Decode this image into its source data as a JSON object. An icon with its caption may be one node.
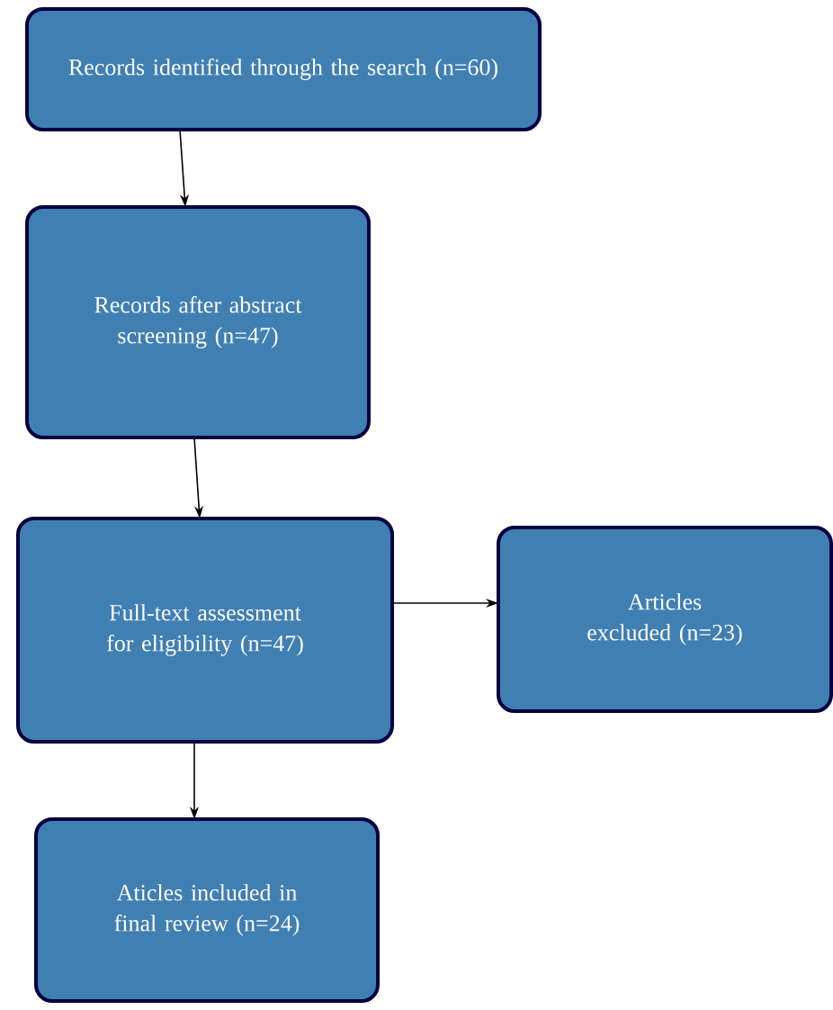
{
  "diagram": {
    "nodes": [
      {
        "text": [
          "Records identified through the search (n=60)"
        ]
      },
      {
        "text": [
          "Records after abstract screening (n=47)"
        ]
      },
      {
        "text": [
          "Full-text assessment for eligibility (n=47)"
        ]
      },
      {
        "text": [
          "Articles excluded (n=23)"
        ]
      },
      {
        "text": [
          "Aticles included in final review (n=24)"
        ]
      }
    ],
    "edges": [
      {
        "from": 0,
        "to": 1,
        "arrow": "to"
      },
      {
        "from": 1,
        "to": 2,
        "arrow": "to"
      },
      {
        "from": 2,
        "to": 3,
        "arrow": "to"
      },
      {
        "from": 2,
        "to": 4,
        "arrow": "to"
      }
    ]
  }
}
